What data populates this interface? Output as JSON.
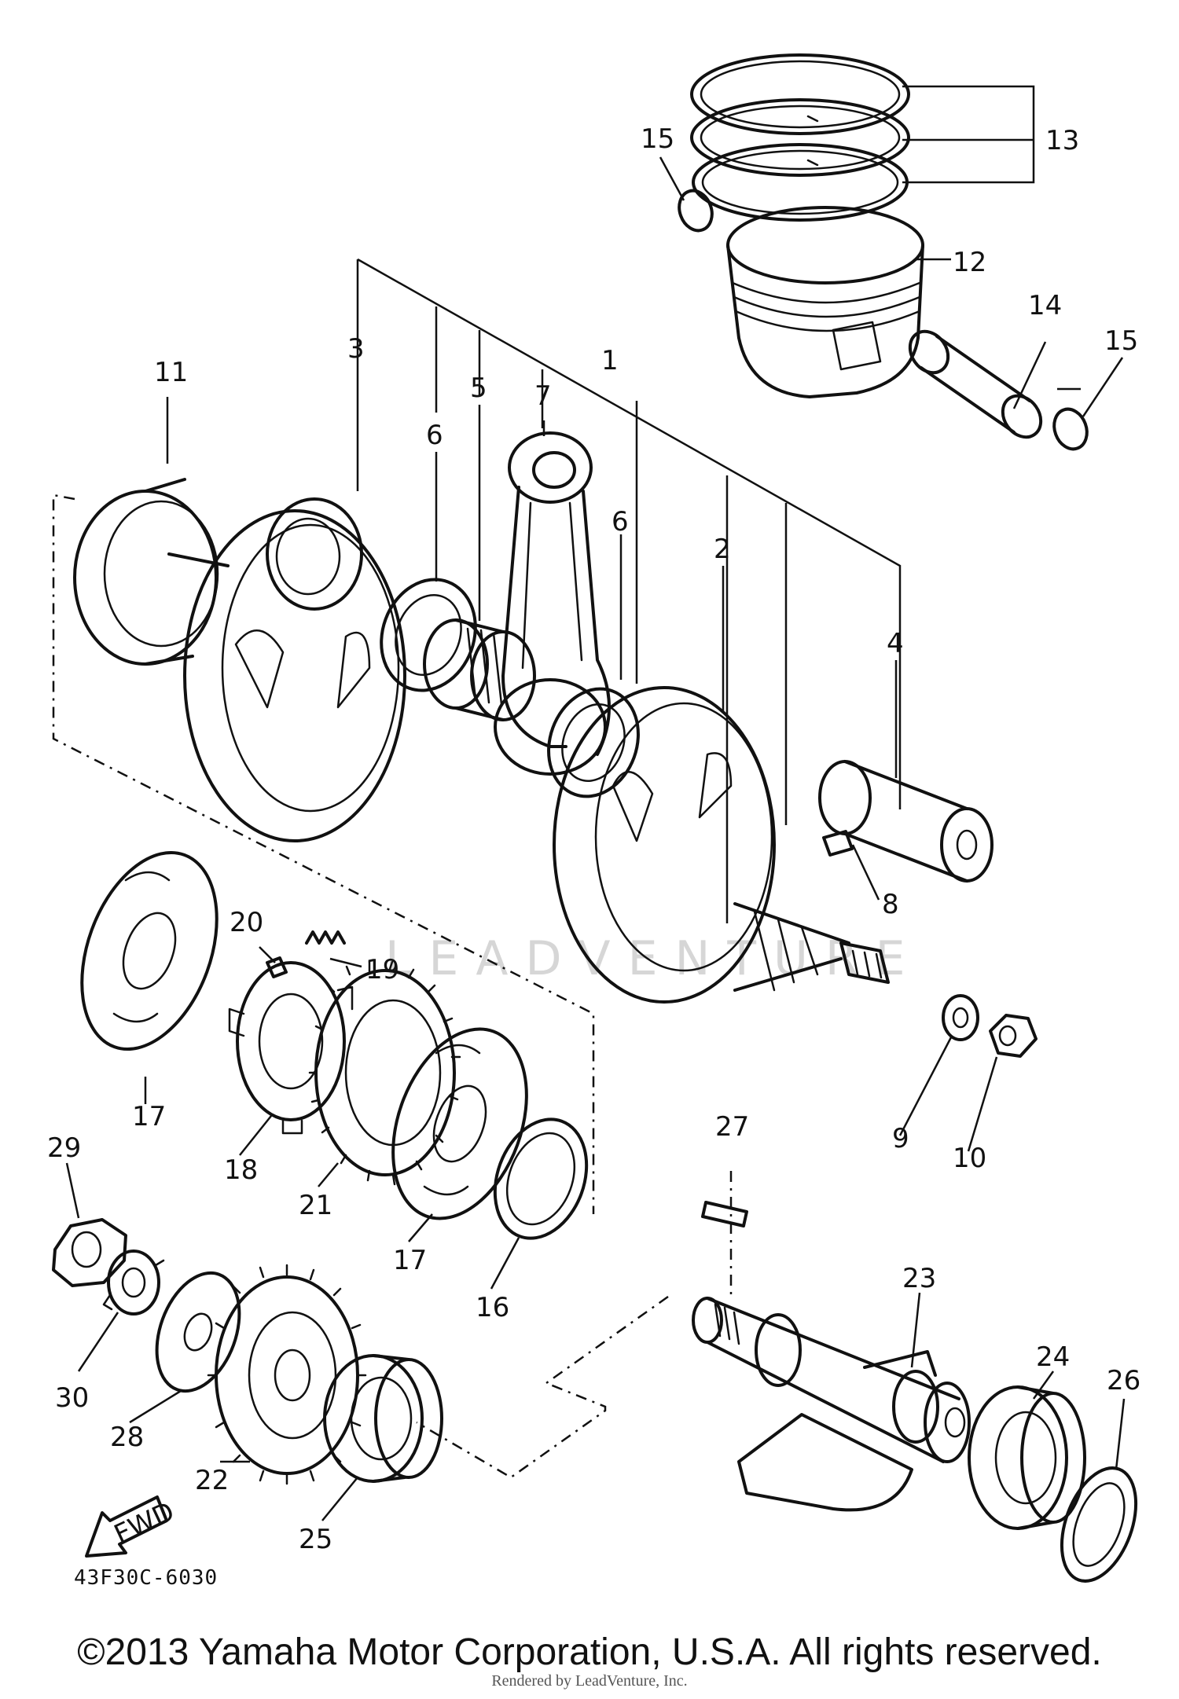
{
  "callouts": [
    {
      "id": "c1",
      "text": "1"
    },
    {
      "id": "c2",
      "text": "2"
    },
    {
      "id": "c3",
      "text": "3"
    },
    {
      "id": "c4",
      "text": "4"
    },
    {
      "id": "c5",
      "text": "5"
    },
    {
      "id": "c6a",
      "text": "6"
    },
    {
      "id": "c6b",
      "text": "6"
    },
    {
      "id": "c7",
      "text": "7"
    },
    {
      "id": "c8",
      "text": "8"
    },
    {
      "id": "c9",
      "text": "9"
    },
    {
      "id": "c10",
      "text": "10"
    },
    {
      "id": "c11",
      "text": "11"
    },
    {
      "id": "c12",
      "text": "12"
    },
    {
      "id": "c13",
      "text": "13"
    },
    {
      "id": "c14",
      "text": "14"
    },
    {
      "id": "c15a",
      "text": "15"
    },
    {
      "id": "c15b",
      "text": "15"
    },
    {
      "id": "c16",
      "text": "16"
    },
    {
      "id": "c17a",
      "text": "17"
    },
    {
      "id": "c17b",
      "text": "17"
    },
    {
      "id": "c18",
      "text": "18"
    },
    {
      "id": "c19",
      "text": "19"
    },
    {
      "id": "c20",
      "text": "20"
    },
    {
      "id": "c21",
      "text": "21"
    },
    {
      "id": "c22",
      "text": "22"
    },
    {
      "id": "c23",
      "text": "23"
    },
    {
      "id": "c24",
      "text": "24"
    },
    {
      "id": "c25",
      "text": "25"
    },
    {
      "id": "c26",
      "text": "26"
    },
    {
      "id": "c27",
      "text": "27"
    },
    {
      "id": "c28",
      "text": "28"
    },
    {
      "id": "c29",
      "text": "29"
    },
    {
      "id": "c30",
      "text": "30"
    }
  ],
  "fwd_arrow_label": "FWD",
  "watermark": "LEADVENTURE",
  "drawing_code": "43F30C-6030",
  "copyright": "©2013 Yamaha Motor Corporation, U.S.A. All rights reserved.",
  "rendered_by": "Rendered by LeadVenture, Inc."
}
